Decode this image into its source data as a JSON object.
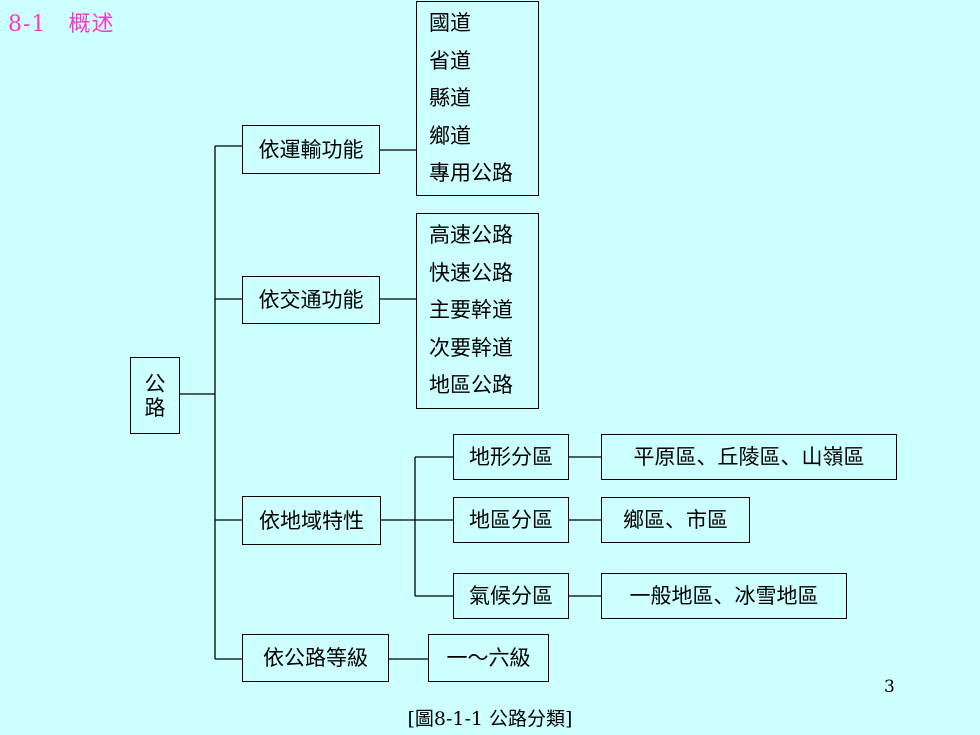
{
  "header": {
    "section_number": "8-1",
    "section_title": "概述"
  },
  "diagram": {
    "root": [
      "公",
      "路"
    ],
    "branches": [
      {
        "label": "依運輸功能",
        "children": [
          "國道",
          "省道",
          "縣道",
          "鄉道",
          "專用公路"
        ]
      },
      {
        "label": "依交通功能",
        "children": [
          "高速公路",
          "快速公路",
          "主要幹道",
          "次要幹道",
          "地區公路"
        ]
      },
      {
        "label": "依地域特性",
        "sub": [
          {
            "label": "地形分區",
            "value": "平原區、丘陵區、山嶺區"
          },
          {
            "label": "地區分區",
            "value": "鄉區、市區"
          },
          {
            "label": "氣候分區",
            "value": "一般地區、冰雪地區"
          }
        ]
      },
      {
        "label": "依公路等級",
        "value": "一～六級"
      }
    ]
  },
  "footer": {
    "page_number": "3",
    "caption": "[圖8-1-1  公路分類]"
  }
}
